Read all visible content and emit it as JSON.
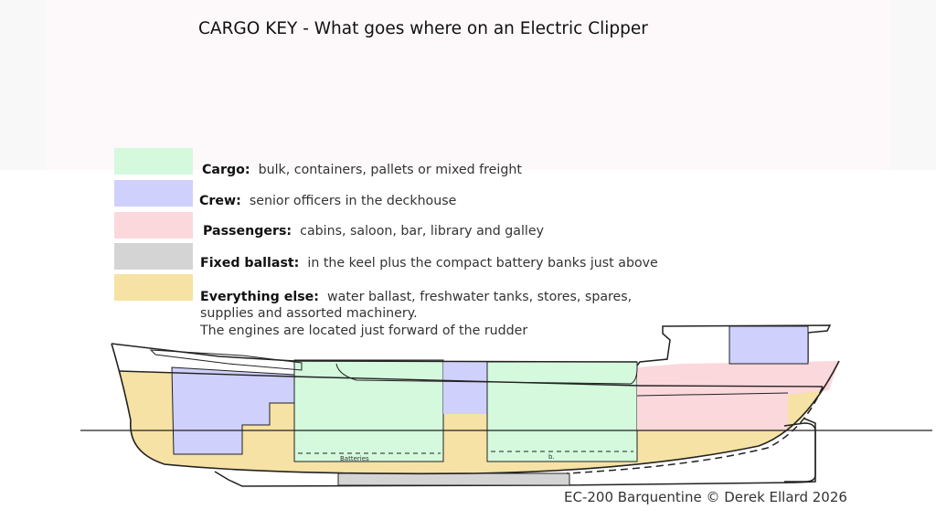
{
  "title": "CARGO KEY - What goes where on an Electric Clipper",
  "legend": [
    {
      "label": "Cargo:",
      "description": "bulk, containers, pallets or mixed freight",
      "color": "#d4f9dd"
    },
    {
      "label": "Crew:",
      "description": "senior officers in the deckhouse",
      "color": "#cfd0fb"
    },
    {
      "label": "Passengers:",
      "description": "cabins, saloon, bar, library and galley",
      "color": "#fbd8dc"
    },
    {
      "label": "Fixed ballast:",
      "description": "in the keel plus the compact battery banks just above",
      "color": "#d4d4d4"
    },
    {
      "label": "Everything else:",
      "description": "water ballast, freshwater tanks, stores, spares,",
      "description_line2": "supplies and assorted machinery.",
      "description_line3": "The engines are located just forward of the rudder",
      "color": "#f6e2a4"
    }
  ],
  "diagram": {
    "battery_label_1": "Batteries",
    "battery_label_2": "b."
  },
  "credit": "EC-200 Barquentine  © Derek Ellard 2026"
}
